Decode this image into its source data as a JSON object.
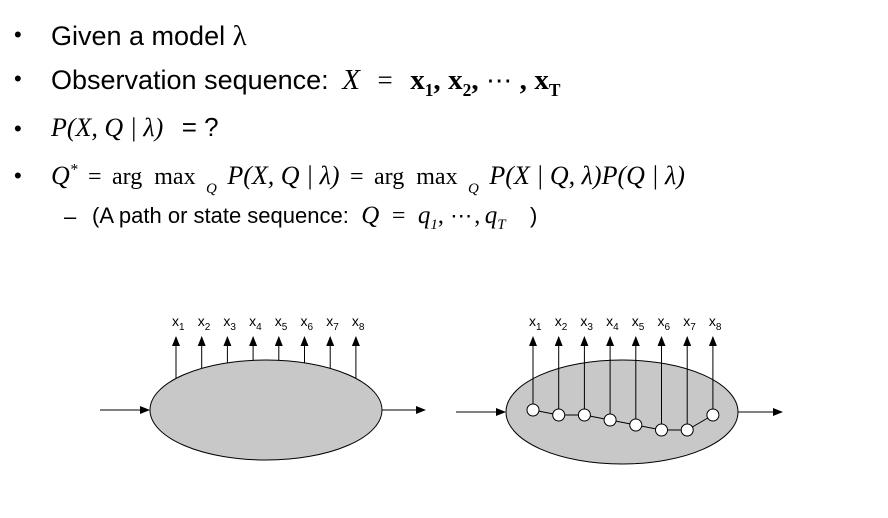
{
  "bullets": {
    "b1": {
      "text": "Given a model",
      "lambda": "λ"
    },
    "b2": {
      "label": "Observation sequence:",
      "X": "X",
      "eq": "=",
      "x": "x",
      "s1": "1",
      "s2": "2",
      "sT": "T",
      "dots": "⋯"
    },
    "b3": {
      "expr": "P(X, Q | λ)",
      "rhs": "= ?"
    },
    "b4": {
      "q": "Q",
      "star": "*",
      "eq": "=",
      "argmax": "arg  max",
      "subQ": "Q",
      "p1": "P(X, Q | λ)",
      "p2": "P(X | Q, λ)P(Q | λ)"
    },
    "sub": {
      "dash": "–",
      "label": "(A path or state sequence:",
      "q": "Q",
      "eq": "=",
      "q1": "q",
      "s1": "1",
      "dots": "⋯",
      "qT": "q",
      "sT": "T",
      "close": ")"
    }
  },
  "bullet_char": "•",
  "diagram": {
    "obs_labels": [
      {
        "base": "x",
        "sub": "1"
      },
      {
        "base": "x",
        "sub": "2"
      },
      {
        "base": "x",
        "sub": "3"
      },
      {
        "base": "x",
        "sub": "4"
      },
      {
        "base": "x",
        "sub": "5"
      },
      {
        "base": "x",
        "sub": "6"
      },
      {
        "base": "x",
        "sub": "7"
      },
      {
        "base": "x",
        "sub": "8"
      }
    ],
    "ellipse_fill": "#c8c8c8",
    "state_levels": [
      0,
      1,
      1,
      2,
      3,
      4,
      4,
      1
    ]
  }
}
